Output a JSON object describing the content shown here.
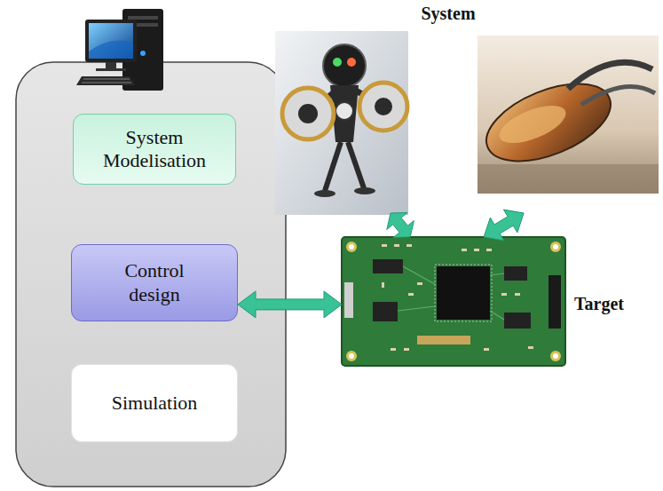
{
  "diagram": {
    "nodes": [
      {
        "text": [
          "System Modelisation"
        ]
      },
      {
        "text": [
          "Control design"
        ]
      },
      {
        "text": [
          "Simulation"
        ]
      },
      {
        "text": [
          "System"
        ]
      },
      {
        "text": [
          "Target"
        ]
      }
    ],
    "edges": [
      {
        "from": 1,
        "to": 4,
        "arrow": "both"
      },
      {
        "from": 4,
        "to": 3,
        "arrow": "both"
      },
      {
        "from": 4,
        "to": 3,
        "arrow": "both"
      }
    ]
  }
}
